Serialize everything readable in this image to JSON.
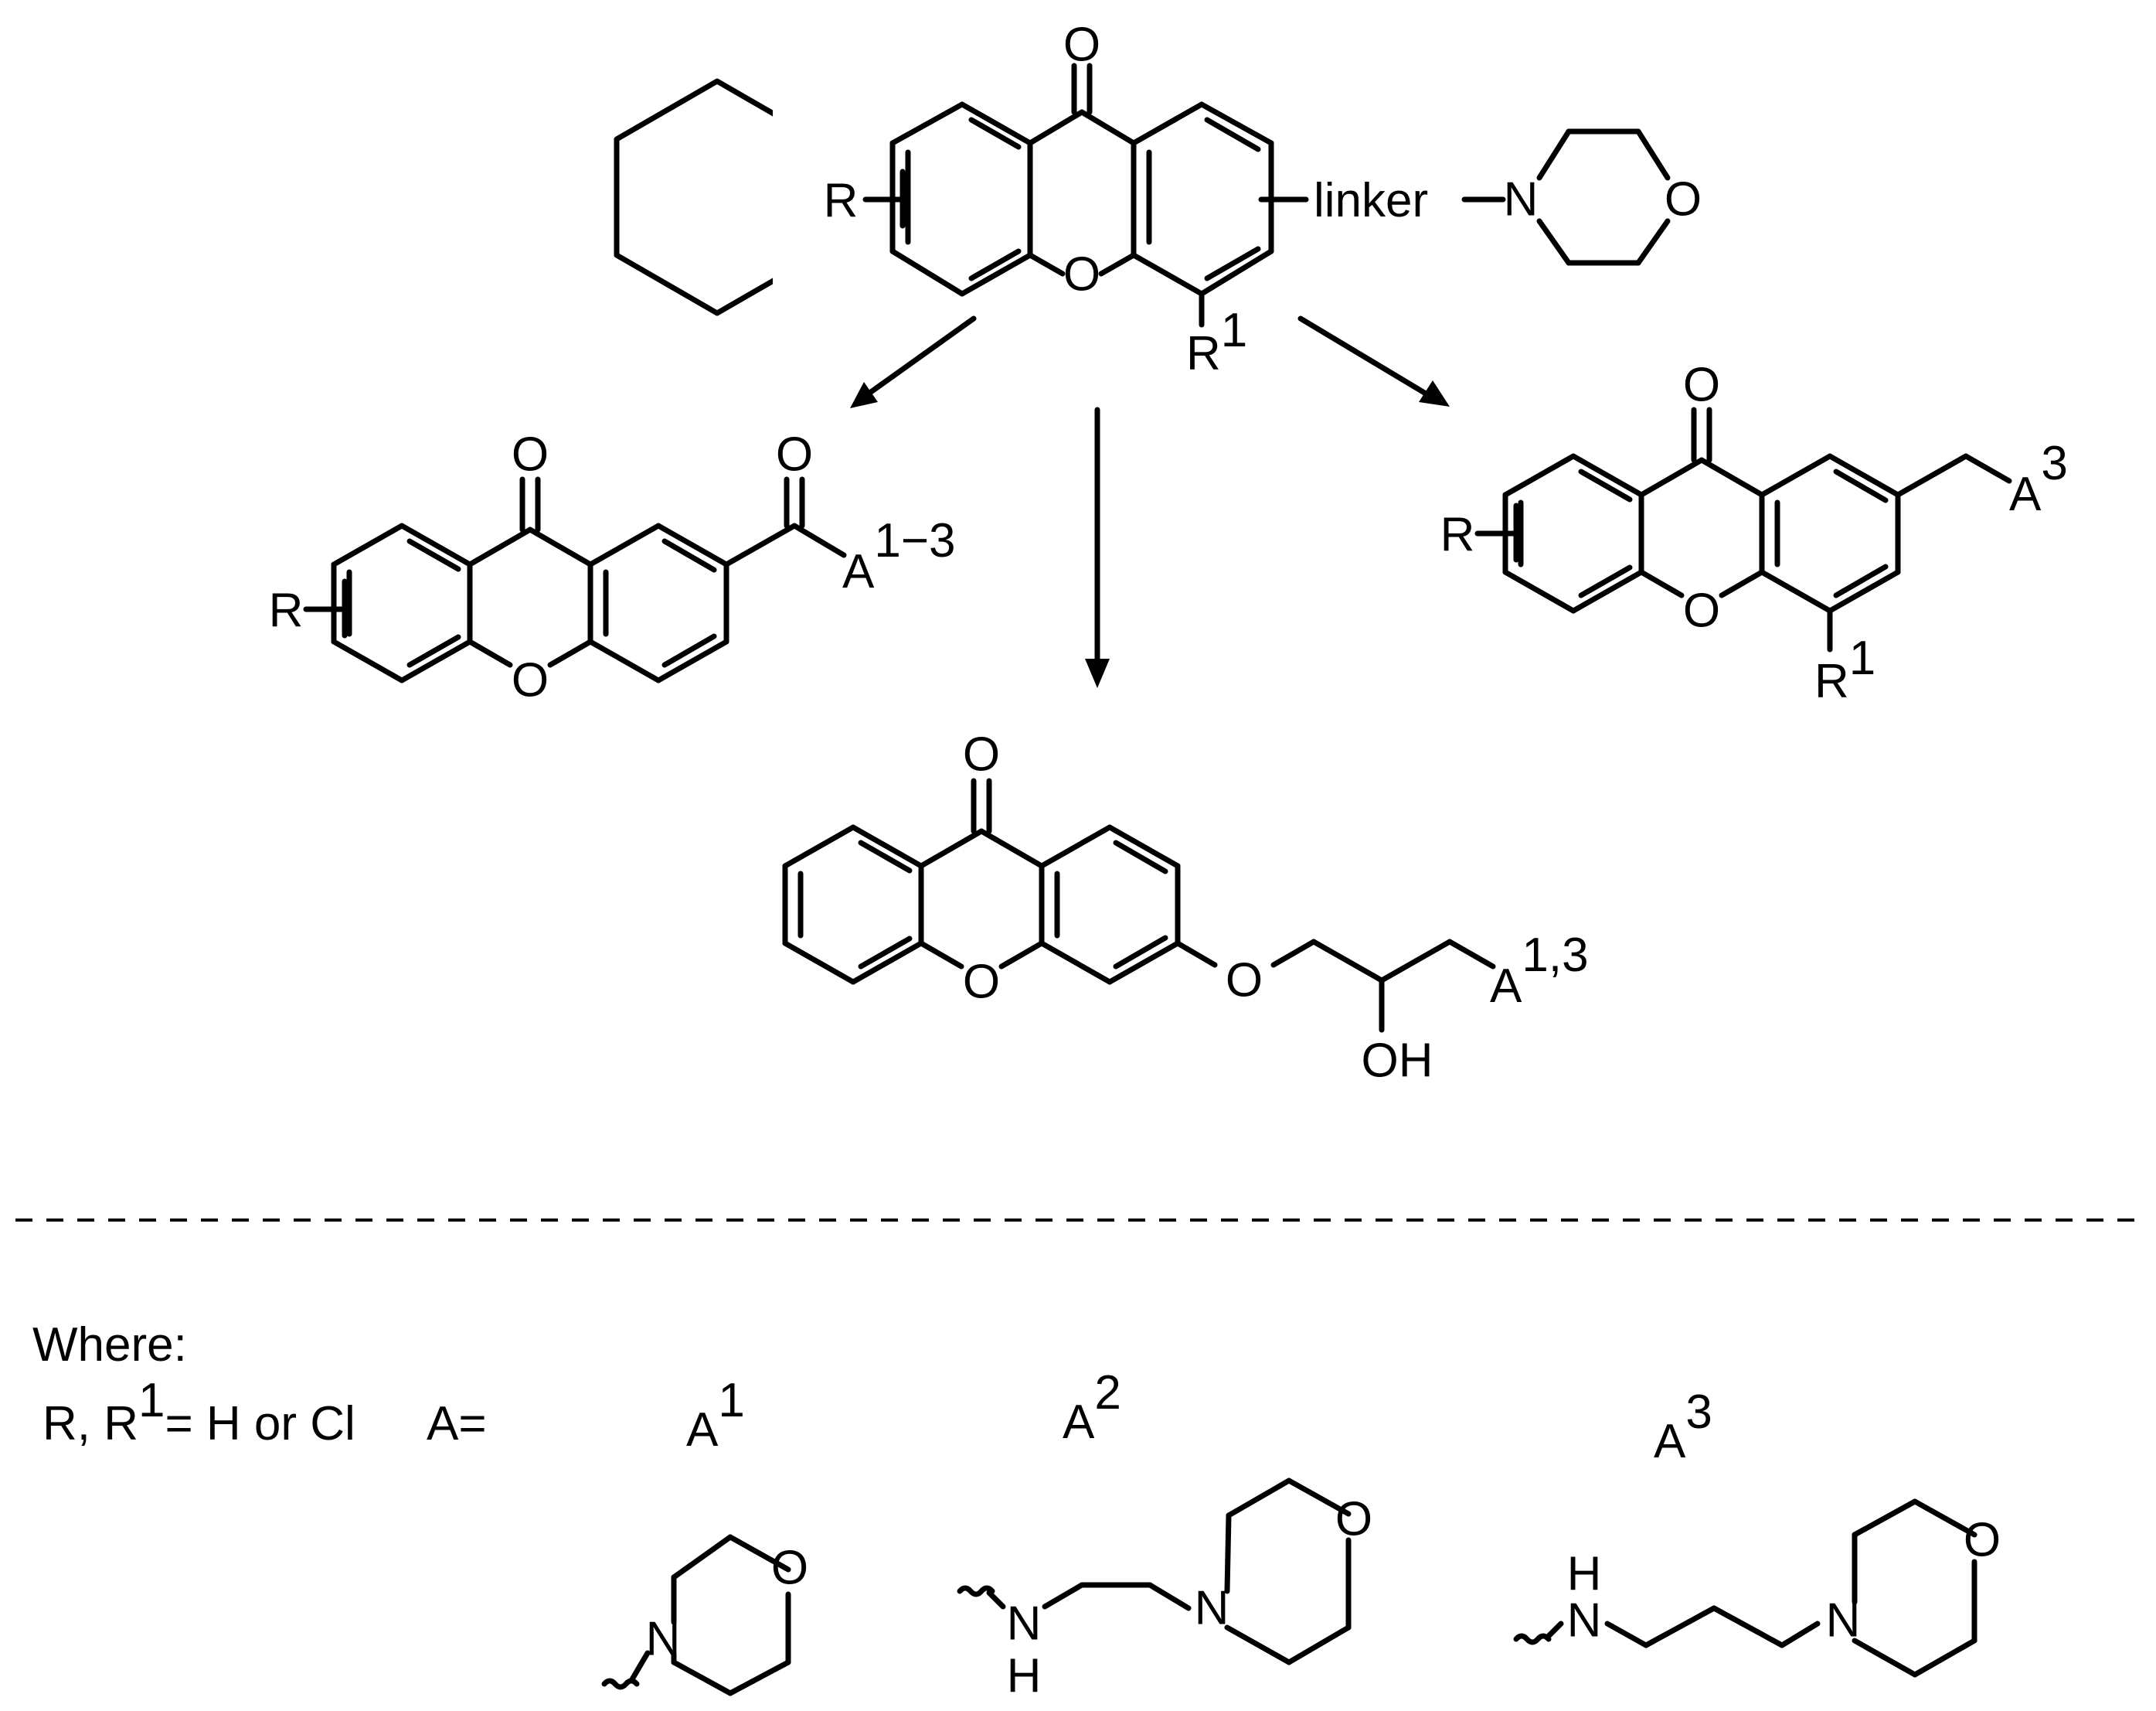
{
  "colors": {
    "ink": "#000000",
    "background": "#ffffff"
  },
  "atoms": {
    "O": "O",
    "N": "N",
    "H": "H",
    "R": "R",
    "A": "A",
    "OH": "OH"
  },
  "top": {
    "linker": "linker",
    "r1_sup": "1"
  },
  "left_product": {
    "a_sup": "1−3"
  },
  "right_product": {
    "a_sup": "3",
    "r1_sup": "1"
  },
  "center_product": {
    "a_sup": "1,3"
  },
  "legend": {
    "where": "Where:",
    "r_def_prefix": "R, R",
    "r_def_sup": "1",
    "r_def_suffix": "= H or Cl",
    "a_equals": "A=",
    "a1_sup": "1",
    "a2_sup": "2",
    "a3_sup": "3"
  }
}
